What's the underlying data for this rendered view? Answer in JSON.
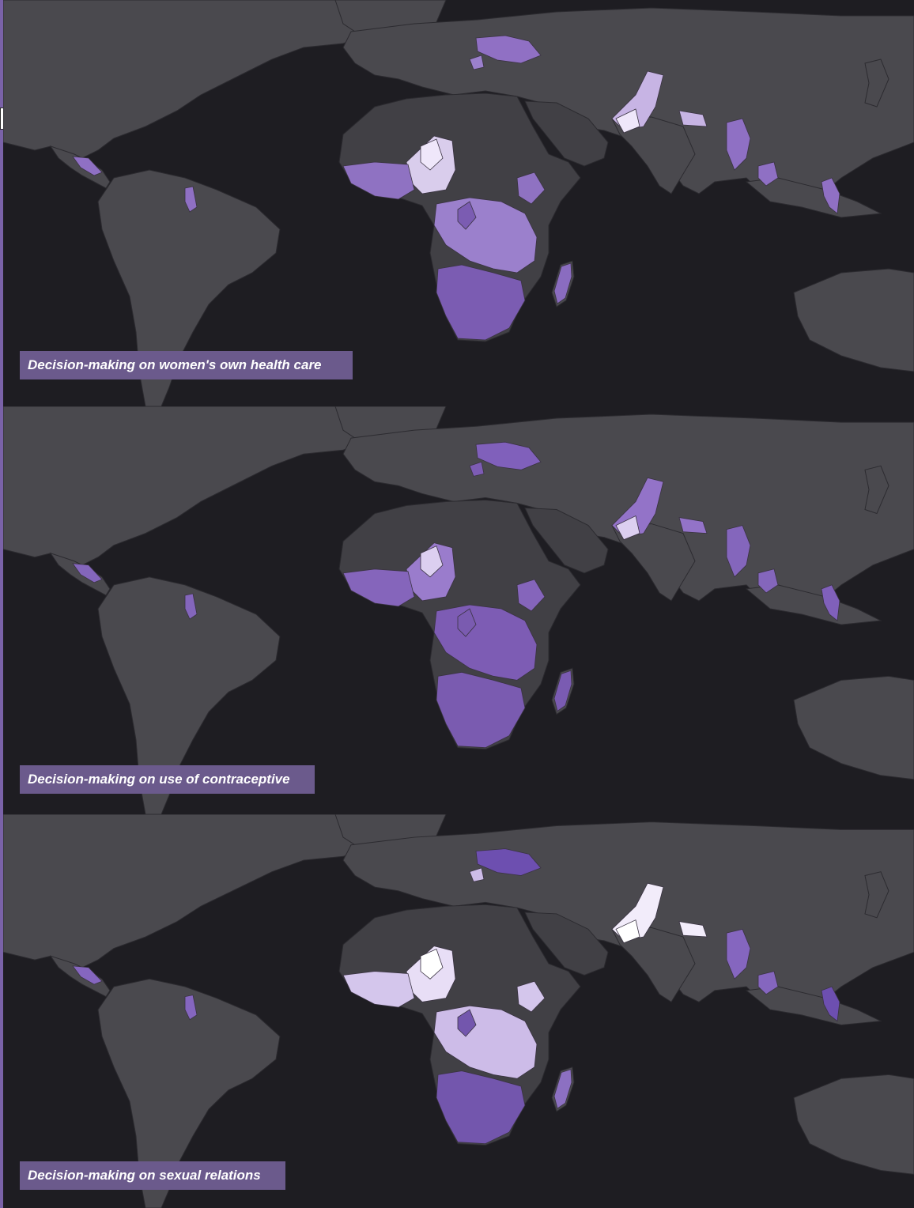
{
  "panels": [
    {
      "caption": "Decision-making on women's own health care",
      "colors": {
        "saharan_block": "#d9cdec",
        "sahel": "#8f72c2",
        "central": "#9b80cc",
        "southern": "#7b5cb2",
        "madagascar": "#8a6cc0",
        "pakistan": "#c7b4e4",
        "ukraine": "#9070c4",
        "myanmar": "#8f70c4",
        "highlight": "#efe7fa"
      }
    },
    {
      "caption": "Decision-making on use of contraceptive",
      "colors": {
        "saharan_block": "#9a7ccc",
        "sahel": "#8565bb",
        "central": "#7d5cb4",
        "southern": "#7a5bb0",
        "madagascar": "#7a5bb2",
        "pakistan": "#9373c8",
        "ukraine": "#8060bb",
        "myanmar": "#8466bc",
        "highlight": "#dccff0"
      }
    },
    {
      "caption": "Decision-making on sexual relations",
      "colors": {
        "saharan_block": "#e8def6",
        "sahel": "#d4c6ec",
        "central": "#cdbce8",
        "southern": "#7356ad",
        "madagascar": "#8c70c2",
        "pakistan": "#f2ecfa",
        "ukraine": "#6d4fb0",
        "myanmar": "#8566bf",
        "highlight": "#ffffff"
      }
    }
  ],
  "map_colors": {
    "ocean": "#1e1d22",
    "land": "#414045",
    "land_light": "#4a494e",
    "border": "#2c2b30"
  }
}
